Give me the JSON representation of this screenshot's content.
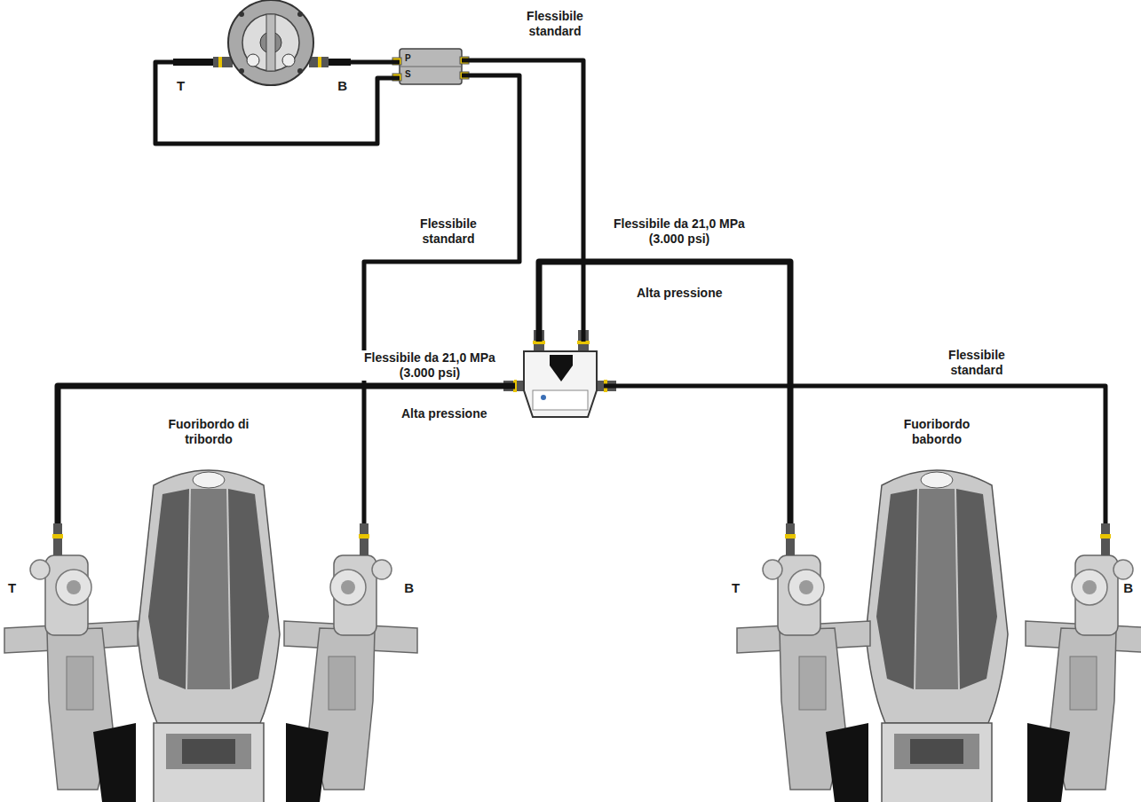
{
  "diagram": {
    "nodes": [
      {
        "text": [
          "T",
          "B"
        ]
      },
      {
        "text": [
          "S",
          "P"
        ]
      },
      {
        "text": []
      },
      {
        "text": [
          "Fuoribordo di tribordo"
        ]
      },
      {
        "text": [
          "T"
        ]
      },
      {
        "text": [
          "B"
        ]
      },
      {
        "text": [
          "Fuoribordo babordo"
        ]
      },
      {
        "text": [
          "T"
        ]
      },
      {
        "text": [
          "B"
        ]
      }
    ],
    "edges": [
      {
        "from": 0,
        "to": 1,
        "arrow": "none"
      },
      {
        "from": 0,
        "to": 1,
        "arrow": "none"
      },
      {
        "from": 1,
        "to": 2,
        "label": "Flessibile standard",
        "arrow": "none"
      },
      {
        "from": 1,
        "to": 5,
        "label": "Flessibile standard",
        "arrow": "none"
      },
      {
        "from": 2,
        "to": 4,
        "label": "Flessibile da 21,0 MPa (3.000 psi)",
        "arrow": "none"
      },
      {
        "from": 2,
        "to": 7,
        "label": "Flessibile da 21,0 MPa (3.000 psi)",
        "arrow": "none"
      },
      {
        "from": 2,
        "to": 8,
        "label": "Flessibile standard",
        "arrow": "none"
      }
    ],
    "labels": [
      "Alta pressione",
      "Alta pressione"
    ]
  }
}
